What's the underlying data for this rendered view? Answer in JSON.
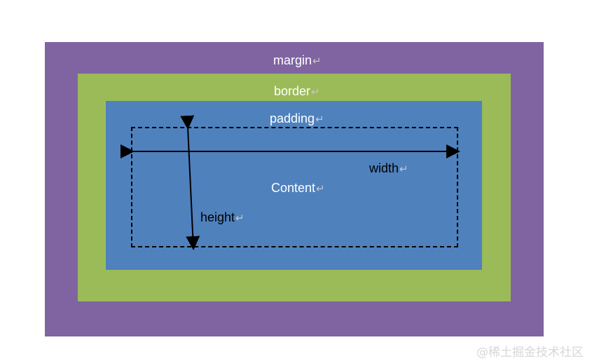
{
  "diagram": {
    "labels": {
      "margin": "margin",
      "border": "border",
      "padding": "padding",
      "content": "Content",
      "width": "width",
      "height": "height"
    },
    "paragraph_mark": "↵",
    "watermark": "@稀土掘金技术社区",
    "colors": {
      "margin": "#8064a2",
      "border": "#9bbb59",
      "padding": "#4f81bd",
      "content_outline": "#000000",
      "light_text": "#ffffff",
      "dark_text": "#000000",
      "paragraph_mark": "#c7c7c7",
      "watermark": "#d7d7d7"
    }
  }
}
